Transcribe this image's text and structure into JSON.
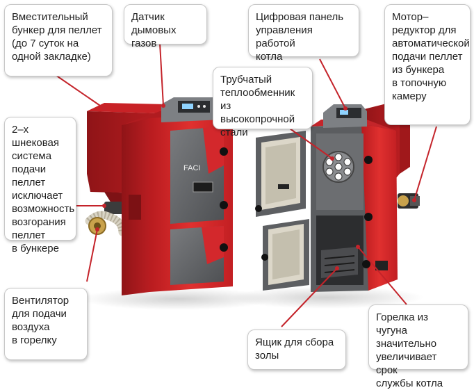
{
  "callouts": {
    "hopper": "Вместительный\nбункер для пеллет\n(до 7 суток на\nодной закладке)",
    "flue_sensor": "Датчик\nдымовых газов",
    "control_panel": "Цифровая панель\nуправления работой\nкотла",
    "motor_reducer": "Мотор–\nредуктор для\nавтоматической\nподачи пеллет\nиз бункера\nв топочную\nкамеру",
    "auger_system": "2–х шнековая\nсистема\nподачи пеллет\nисключает\nвозможность\nвозгорания\nпеллет\nв бункере",
    "heat_exchanger": "Трубчатый\nтеплообменник\nиз высокопрочной\nстали",
    "fan": "Вентилятор\nдля подачи\nвоздуха\nв горелку",
    "ash_box": "Ящик для сбора\nзолы",
    "burner": "Горелка из чугуна\nзначительно\nувеличивает срок\nслужбы котла"
  },
  "brand_logo": "FACI",
  "colors": {
    "boiler_red": "#d8262a",
    "boiler_red_dark": "#9d1619",
    "panel_gray": "#5f6163",
    "door_gray": "#6e7073",
    "leader_line": "#c4232a"
  }
}
